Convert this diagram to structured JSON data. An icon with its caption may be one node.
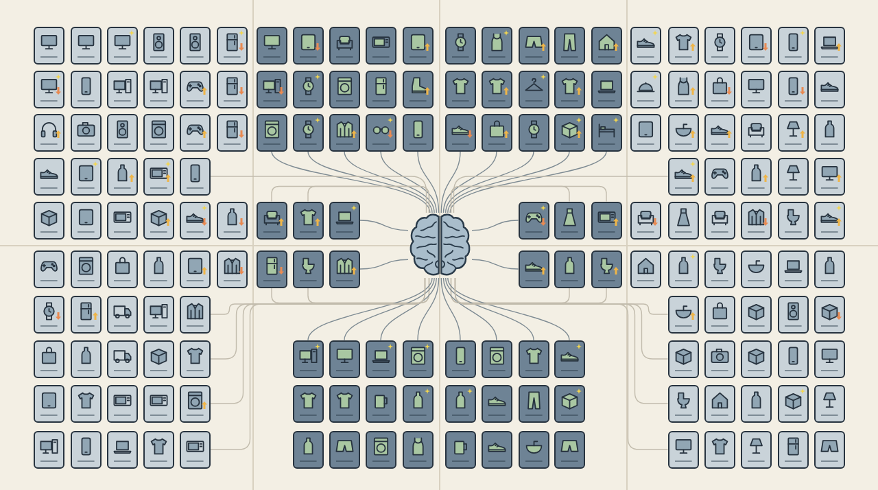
{
  "diagram": {
    "nodes": [
      {
        "text": [],
        "shape": "box"
      },
      {
        "text": [],
        "shape": "box"
      },
      {
        "text": [],
        "shape": "box"
      },
      {
        "text": [],
        "shape": "box"
      },
      {
        "text": [],
        "shape": "box"
      },
      {
        "text": [],
        "shape": "box"
      },
      {
        "text": [],
        "shape": "box"
      },
      {
        "text": [],
        "shape": "box"
      },
      {
        "text": [],
        "shape": "box"
      },
      {
        "text": [],
        "shape": "box"
      },
      {
        "text": [],
        "shape": "box"
      },
      {
        "text": [],
        "shape": "box"
      },
      {
        "text": [],
        "shape": "box"
      },
      {
        "text": [],
        "shape": "box"
      },
      {
        "text": [],
        "shape": "box"
      },
      {
        "text": [],
        "shape": "box"
      },
      {
        "text": [],
        "shape": "box"
      },
      {
        "text": [],
        "shape": "box"
      },
      {
        "text": [],
        "shape": "box"
      },
      {
        "text": [],
        "shape": "box"
      },
      {
        "text": [],
        "shape": "box"
      },
      {
        "text": [],
        "shape": "box"
      },
      {
        "text": [],
        "shape": "box"
      },
      {
        "text": [],
        "shape": "box"
      },
      {
        "text": [],
        "shape": "box"
      },
      {
        "text": [],
        "shape": "box"
      },
      {
        "text": [],
        "shape": "box"
      },
      {
        "text": [],
        "shape": "box"
      },
      {
        "text": [],
        "shape": "box"
      },
      {
        "text": [],
        "shape": "box"
      },
      {
        "text": [],
        "shape": "box"
      },
      {
        "text": [],
        "shape": "box"
      },
      {
        "text": [],
        "shape": "box"
      },
      {
        "text": [],
        "shape": "box"
      },
      {
        "text": [],
        "shape": "box"
      },
      {
        "text": [],
        "shape": "box"
      },
      {
        "text": [],
        "shape": "box"
      },
      {
        "text": [],
        "shape": "box"
      },
      {
        "text": [],
        "shape": "box"
      },
      {
        "text": [],
        "shape": "box"
      },
      {
        "text": [],
        "shape": "box"
      },
      {
        "text": [],
        "shape": "box"
      },
      {
        "text": [],
        "shape": "box"
      },
      {
        "text": [],
        "shape": "box"
      },
      {
        "text": [],
        "shape": "box"
      },
      {
        "text": [],
        "shape": "box"
      },
      {
        "text": [],
        "shape": "box"
      },
      {
        "text": [],
        "shape": "box"
      },
      {
        "text": [],
        "shape": "box"
      },
      {
        "text": [],
        "shape": "box"
      },
      {
        "text": [],
        "shape": "box"
      },
      {
        "text": [],
        "shape": "box"
      },
      {
        "text": [],
        "shape": "box"
      },
      {
        "text": [],
        "shape": "box"
      },
      {
        "text": [],
        "shape": "box"
      },
      {
        "text": [],
        "shape": "box"
      },
      {
        "text": [],
        "shape": "box"
      },
      {
        "text": [],
        "shape": "box"
      },
      {
        "text": [],
        "shape": "box"
      },
      {
        "text": [],
        "shape": "box"
      },
      {
        "text": [],
        "shape": "box"
      },
      {
        "text": [],
        "shape": "box"
      },
      {
        "text": [],
        "shape": "box"
      },
      {
        "text": [],
        "shape": "box"
      },
      {
        "text": [],
        "shape": "box"
      },
      {
        "text": [],
        "shape": "box"
      },
      {
        "text": [],
        "shape": "box"
      },
      {
        "text": [],
        "shape": "box"
      },
      {
        "text": [],
        "shape": "box"
      },
      {
        "text": [],
        "shape": "box"
      },
      {
        "text": [],
        "shape": "box"
      },
      {
        "text": [],
        "shape": "box"
      },
      {
        "text": [],
        "shape": "box"
      },
      {
        "text": [],
        "shape": "box"
      },
      {
        "text": [],
        "shape": "box"
      },
      {
        "text": [],
        "shape": "box"
      },
      {
        "text": [],
        "shape": "box"
      },
      {
        "text": [],
        "shape": "box"
      },
      {
        "text": [],
        "shape": "box"
      },
      {
        "text": [],
        "shape": "box"
      },
      {
        "text": [],
        "shape": "box"
      },
      {
        "text": [],
        "shape": "box"
      },
      {
        "text": [],
        "shape": "box"
      },
      {
        "text": [],
        "shape": "box"
      },
      {
        "text": [],
        "shape": "box"
      },
      {
        "text": [],
        "shape": "picture"
      },
      {
        "text": [],
        "shape": "box"
      },
      {
        "text": [],
        "shape": "box"
      },
      {
        "text": [],
        "shape": "box"
      },
      {
        "text": [],
        "shape": "box"
      },
      {
        "text": [],
        "shape": "box"
      },
      {
        "text": [],
        "shape": "box"
      },
      {
        "text": [],
        "shape": "box"
      },
      {
        "text": [],
        "shape": "box"
      },
      {
        "text": [],
        "shape": "box"
      },
      {
        "text": [],
        "shape": "box"
      },
      {
        "text": [],
        "shape": "box"
      },
      {
        "text": [],
        "shape": "box"
      },
      {
        "text": [],
        "shape": "box"
      },
      {
        "text": [],
        "shape": "box"
      },
      {
        "text": [],
        "shape": "box"
      },
      {
        "text": [],
        "shape": "box"
      },
      {
        "text": [],
        "shape": "box"
      },
      {
        "text": [],
        "shape": "box"
      },
      {
        "text": [],
        "shape": "box"
      },
      {
        "text": [],
        "shape": "box"
      },
      {
        "text": [],
        "shape": "box"
      },
      {
        "text": [],
        "shape": "box"
      },
      {
        "text": [],
        "shape": "box"
      },
      {
        "text": [],
        "shape": "box"
      },
      {
        "text": [],
        "shape": "box"
      },
      {
        "text": [],
        "shape": "box"
      },
      {
        "text": [],
        "shape": "box"
      },
      {
        "text": [],
        "shape": "box"
      },
      {
        "text": [],
        "shape": "box"
      },
      {
        "text": [],
        "shape": "box"
      },
      {
        "text": [],
        "shape": "box"
      },
      {
        "text": [],
        "shape": "box"
      },
      {
        "text": [],
        "shape": "box"
      },
      {
        "text": [],
        "shape": "box"
      },
      {
        "text": [],
        "shape": "box"
      },
      {
        "text": [],
        "shape": "box"
      },
      {
        "text": [],
        "shape": "box"
      },
      {
        "text": [],
        "shape": "box"
      },
      {
        "text": [],
        "shape": "box"
      },
      {
        "text": [],
        "shape": "box"
      },
      {
        "text": [],
        "shape": "box"
      },
      {
        "text": [],
        "shape": "box"
      },
      {
        "text": [],
        "shape": "box"
      },
      {
        "text": [],
        "shape": "box"
      },
      {
        "text": [],
        "shape": "box"
      },
      {
        "text": [],
        "shape": "box"
      },
      {
        "text": [],
        "shape": "box"
      },
      {
        "text": [],
        "shape": "box"
      },
      {
        "text": [],
        "shape": "box"
      },
      {
        "text": [],
        "shape": "box"
      },
      {
        "text": [],
        "shape": "box"
      },
      {
        "text": [],
        "shape": "box"
      },
      {
        "text": [],
        "shape": "box"
      },
      {
        "text": [],
        "shape": "box"
      },
      {
        "text": [],
        "shape": "box"
      },
      {
        "text": [],
        "shape": "box"
      },
      {
        "text": [],
        "shape": "box"
      },
      {
        "text": [],
        "shape": "box"
      },
      {
        "text": [],
        "shape": "box"
      },
      {
        "text": [],
        "shape": "box"
      },
      {
        "text": [],
        "shape": "box"
      },
      {
        "text": [],
        "shape": "box"
      },
      {
        "text": [],
        "shape": "box"
      },
      {
        "text": [],
        "shape": "box"
      },
      {
        "text": [],
        "shape": "box"
      },
      {
        "text": [],
        "shape": "box"
      },
      {
        "text": [],
        "shape": "box"
      },
      {
        "text": [],
        "shape": "box"
      },
      {
        "text": [],
        "shape": "box"
      },
      {
        "text": [],
        "shape": "box"
      },
      {
        "text": [],
        "shape": "box"
      },
      {
        "text": [],
        "shape": "box"
      },
      {
        "text": [],
        "shape": "box"
      },
      {
        "text": [],
        "shape": "box"
      },
      {
        "text": [],
        "shape": "box"
      },
      {
        "text": [],
        "shape": "box"
      },
      {
        "text": [],
        "shape": "box"
      },
      {
        "text": [],
        "shape": "box"
      },
      {
        "text": [],
        "shape": "box"
      },
      {
        "text": [],
        "shape": "box"
      },
      {
        "text": [],
        "shape": "box"
      },
      {
        "text": [],
        "shape": "box"
      },
      {
        "text": [],
        "shape": "box"
      },
      {
        "text": [],
        "shape": "box"
      },
      {
        "text": [],
        "shape": "box"
      },
      {
        "text": [],
        "shape": "box"
      },
      {
        "text": [],
        "shape": "box"
      },
      {
        "text": [],
        "shape": "box"
      },
      {
        "text": [],
        "shape": "box"
      },
      {
        "text": [],
        "shape": "box"
      },
      {
        "text": [],
        "shape": "box"
      }
    ],
    "edges": [
      {
        "from": 85,
        "to": 50,
        "arrow": "none"
      },
      {
        "from": 85,
        "to": 51,
        "arrow": "none"
      },
      {
        "from": 85,
        "to": 52,
        "arrow": "none"
      },
      {
        "from": 85,
        "to": 53,
        "arrow": "none"
      },
      {
        "from": 85,
        "to": 54,
        "arrow": "none"
      },
      {
        "from": 85,
        "to": 55,
        "arrow": "none"
      },
      {
        "from": 85,
        "to": 56,
        "arrow": "none"
      },
      {
        "from": 85,
        "to": 57,
        "arrow": "none"
      },
      {
        "from": 85,
        "to": 58,
        "arrow": "none"
      },
      {
        "from": 85,
        "to": 59,
        "arrow": "none"
      },
      {
        "from": 85,
        "to": 70,
        "arrow": "none",
        "color": "#c2bcad"
      },
      {
        "from": 85,
        "to": 71,
        "arrow": "none",
        "color": "#c2bcad"
      },
      {
        "from": 85,
        "to": 82,
        "arrow": "none",
        "color": "#c2bcad"
      },
      {
        "from": 85,
        "to": 83,
        "arrow": "none",
        "color": "#c2bcad"
      },
      {
        "from": 85,
        "to": 84,
        "arrow": "none"
      },
      {
        "from": 85,
        "to": 86,
        "arrow": "none"
      },
      {
        "from": 85,
        "to": 87,
        "arrow": "none",
        "color": "#c2bcad"
      },
      {
        "from": 85,
        "to": 88,
        "arrow": "none",
        "color": "#c2bcad"
      },
      {
        "from": 85,
        "to": 101,
        "arrow": "none",
        "color": "#c2bcad"
      },
      {
        "from": 85,
        "to": 102,
        "arrow": "none",
        "color": "#c2bcad"
      },
      {
        "from": 85,
        "to": 103,
        "arrow": "none"
      },
      {
        "from": 85,
        "to": 104,
        "arrow": "none"
      },
      {
        "from": 85,
        "to": 105,
        "arrow": "none",
        "color": "#c2bcad"
      },
      {
        "from": 85,
        "to": 106,
        "arrow": "none",
        "color": "#c2bcad"
      },
      {
        "from": 85,
        "to": 117,
        "arrow": "none",
        "color": "#c2bcad"
      },
      {
        "from": 85,
        "to": 118,
        "arrow": "none",
        "color": "#c2bcad"
      },
      {
        "from": 85,
        "to": 127,
        "arrow": "none",
        "color": "#c2bcad"
      },
      {
        "from": 85,
        "to": 128,
        "arrow": "none"
      },
      {
        "from": 85,
        "to": 129,
        "arrow": "none"
      },
      {
        "from": 85,
        "to": 130,
        "arrow": "none"
      },
      {
        "from": 85,
        "to": 131,
        "arrow": "none"
      },
      {
        "from": 85,
        "to": 132,
        "arrow": "none"
      },
      {
        "from": 85,
        "to": 133,
        "arrow": "none"
      },
      {
        "from": 85,
        "to": 134,
        "arrow": "none"
      },
      {
        "from": 85,
        "to": 135,
        "arrow": "none"
      },
      {
        "from": 85,
        "to": 136,
        "arrow": "none",
        "color": "#c2bcad"
      },
      {
        "from": 85,
        "to": 145,
        "arrow": "none",
        "color": "#c2bcad"
      },
      {
        "from": 85,
        "to": 154,
        "arrow": "none",
        "color": "#c2bcad"
      },
      {
        "from": 85,
        "to": 163,
        "arrow": "none",
        "color": "#c2bcad"
      },
      {
        "from": 85,
        "to": 172,
        "arrow": "none",
        "color": "#c2bcad"
      }
    ]
  }
}
